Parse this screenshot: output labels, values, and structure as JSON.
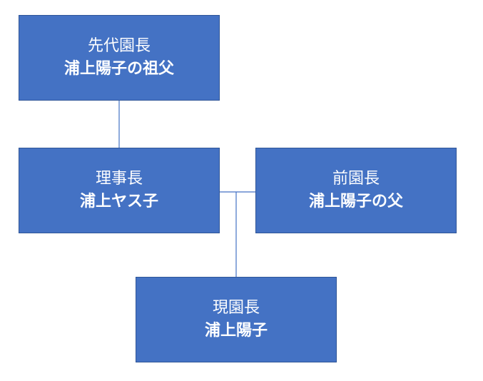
{
  "colors": {
    "box_fill": "#4472c4",
    "box_border": "#2f5597",
    "line": "#4472c4",
    "text": "#ffffff"
  },
  "nodes": {
    "founder": {
      "role": "先代園長",
      "name": "浦上陽子の祖父"
    },
    "chairman": {
      "role": "理事長",
      "name": "浦上ヤス子"
    },
    "former": {
      "role": "前園長",
      "name": "浦上陽子の父"
    },
    "current": {
      "role": "現園長",
      "name": "浦上陽子"
    }
  }
}
